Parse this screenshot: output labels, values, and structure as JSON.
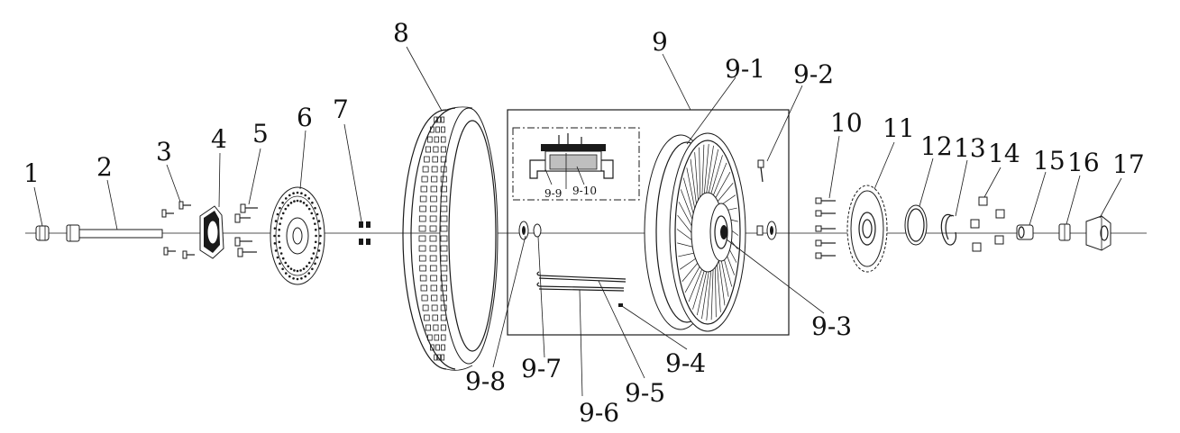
{
  "parts": [
    "1",
    "2",
    "3",
    "4",
    "5",
    "6",
    "7",
    "8",
    "9",
    "9-1",
    "9-2",
    "9-3",
    "9-4",
    "9-5",
    "9-6",
    "9-7",
    "9-8",
    "10",
    "11",
    "12",
    "13",
    "14",
    "15",
    "16",
    "17"
  ],
  "hub_inset_labels": [
    "9-9",
    "9-10"
  ],
  "colors": {
    "line": "#1a1a1a",
    "background": "#ffffff"
  }
}
